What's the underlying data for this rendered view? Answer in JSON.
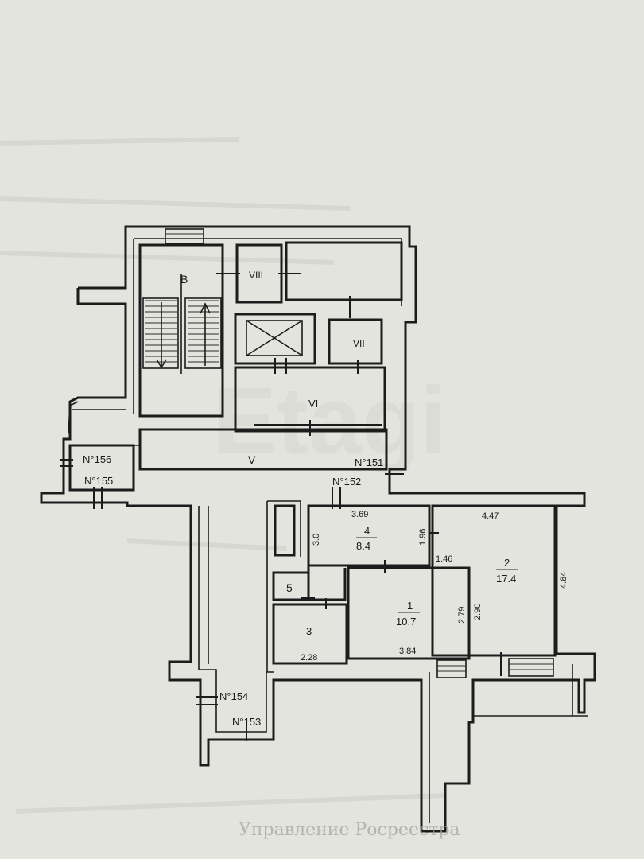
{
  "plan": {
    "rooms": {
      "b": "B",
      "viii": "VIII",
      "vii": "VII",
      "vi": "VI",
      "v": "V",
      "r1_no": "1",
      "r1_area": "10.7",
      "r2_no": "2",
      "r2_area": "17.4",
      "r3_no": "3",
      "r4_no": "4",
      "r4_area": "8.4",
      "r5_no": "5"
    },
    "doors": {
      "n156": "N°156",
      "n155": "N°155",
      "n151": "N°151",
      "n152": "N°152",
      "n154": "N°154",
      "n153": "N°153"
    },
    "dims": {
      "d369": "3.69",
      "d447": "4.47",
      "d30": "3.0",
      "d196": "1.96",
      "d146": "1.46",
      "d484": "4.84",
      "d290": "2.90",
      "d279": "2.79",
      "d384": "3.84",
      "d228": "2.28"
    }
  },
  "footer": {
    "stamp_text": "Управление Росреестра"
  },
  "watermark": "Etagi",
  "colors": {
    "paper": "#e4e4df",
    "ink": "#1c1c1c"
  }
}
